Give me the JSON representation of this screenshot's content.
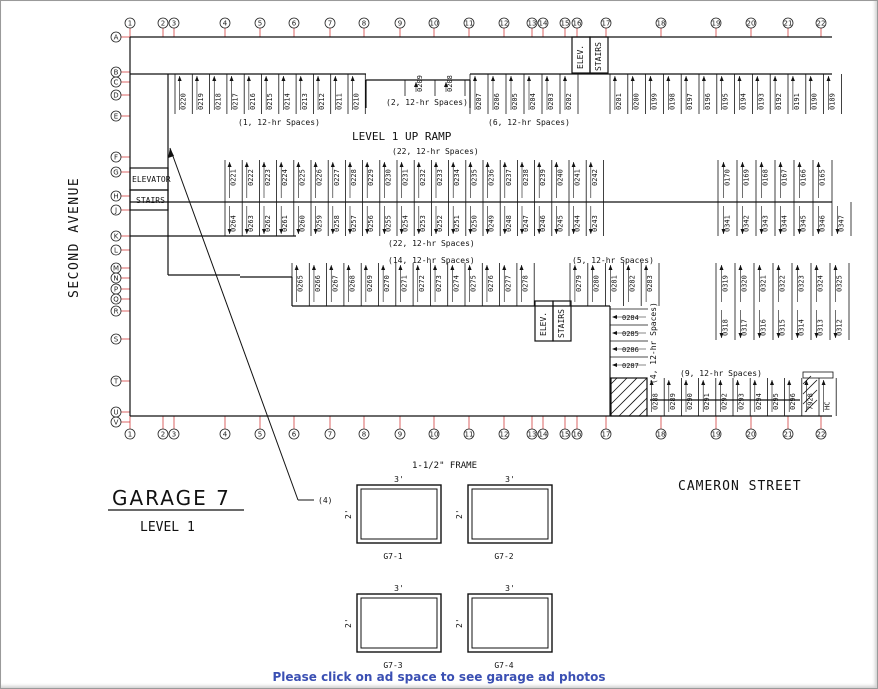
{
  "grid": {
    "columns": [
      "1",
      "2",
      "3",
      "4",
      "5",
      "6",
      "7",
      "8",
      "9",
      "10",
      "11",
      "12",
      "13",
      "14",
      "15",
      "16",
      "17",
      "18",
      "19",
      "20",
      "21",
      "22"
    ],
    "rows": [
      "A",
      "B",
      "C",
      "D",
      "E",
      "F",
      "G",
      "H",
      "J",
      "K",
      "L",
      "M",
      "N",
      "P",
      "Q",
      "R",
      "S",
      "T",
      "U",
      "V"
    ]
  },
  "labels": {
    "street_left": "SECOND AVENUE",
    "street_bottom": "CAMERON STREET",
    "ramp": "LEVEL 1 UP RAMP",
    "garage_title": "GARAGE 7",
    "level": "LEVEL 1",
    "frame_note": "1-1/2\" FRAME",
    "callout": "(4)",
    "elevator": "ELEVATOR",
    "stairs": "STAIRS",
    "elev_short": "ELEV.",
    "stairs_short": "STAIRS"
  },
  "space_groups": {
    "g1": "(1, 12-hr Spaces)",
    "g2": "(2, 12-hr Spaces)",
    "g6": "(6, 12-hr Spaces)",
    "g22a": "(22, 12-hr Spaces)",
    "g22b": "(22, 12-hr Spaces)",
    "g14": "(14, 12-hr Spaces)",
    "g5": "(5, 12-hr Spaces)",
    "g4": "(4, 12-hr Spaces)",
    "g9": "(9, 12-hr Spaces)"
  },
  "stalls": {
    "row1_left": [
      "0220",
      "0219",
      "0218",
      "0217",
      "0216",
      "0215",
      "0214",
      "0213",
      "0212",
      "0211",
      "0210"
    ],
    "row1_mid": [
      "0209",
      "0208"
    ],
    "row1_right": [
      "0207",
      "0206",
      "0205",
      "0204",
      "0203",
      "0202"
    ],
    "row1_far": [
      "0201",
      "0200",
      "0199",
      "0198",
      "0197",
      "0196",
      "0195",
      "0194",
      "0193",
      "0192",
      "0191",
      "0190",
      "0189"
    ],
    "row2_top": [
      "0221",
      "0222",
      "0223",
      "0224",
      "0225",
      "0226",
      "0227",
      "0228",
      "0229",
      "0230",
      "0231",
      "0232",
      "0233",
      "0234",
      "0235",
      "0236",
      "0237",
      "0238",
      "0239",
      "0240",
      "0241",
      "0242"
    ],
    "row2_bot": [
      "0264",
      "0263",
      "0262",
      "0261",
      "0260",
      "0259",
      "0258",
      "0257",
      "0256",
      "0255",
      "0254",
      "0253",
      "0252",
      "0251",
      "0250",
      "0249",
      "0248",
      "0247",
      "0246",
      "0245",
      "0244",
      "0243"
    ],
    "row2_far_top": [
      "0170",
      "0169",
      "0168",
      "0167",
      "0166",
      "0165"
    ],
    "row2_far_bot": [
      "0341",
      "0342",
      "0343",
      "0344",
      "0345",
      "0346",
      "0347"
    ],
    "row3": [
      "0265",
      "0266",
      "0267",
      "0268",
      "0269",
      "0270",
      "0271",
      "0272",
      "0273",
      "0274",
      "0275",
      "0276",
      "0277",
      "0278"
    ],
    "row3_b": [
      "0279",
      "0280",
      "0281",
      "0282",
      "0283"
    ],
    "row3_far_top": [
      "0319",
      "0320",
      "0321",
      "0322",
      "0323",
      "0324",
      "0325"
    ],
    "row3_far_bot": [
      "0318",
      "0317",
      "0316",
      "0315",
      "0314",
      "0313",
      "0312"
    ],
    "side_col": [
      "0284",
      "0285",
      "0286",
      "0287"
    ],
    "row4": [
      "0288",
      "0289",
      "0290",
      "0291",
      "0292",
      "0293",
      "0294",
      "0295",
      "0296",
      "7928",
      "HC"
    ]
  },
  "ads": [
    {
      "id": "G7-1",
      "w": "3'",
      "h": "2'"
    },
    {
      "id": "G7-2",
      "w": "3'",
      "h": "2'"
    },
    {
      "id": "G7-3",
      "w": "3'",
      "h": "2'"
    },
    {
      "id": "G7-4",
      "w": "3'",
      "h": "2'"
    }
  ],
  "footer": "Please click on ad space to see garage ad photos",
  "colors": {
    "bubble": "#cc2222",
    "link": "#3a4fb3",
    "line": "#111111"
  }
}
